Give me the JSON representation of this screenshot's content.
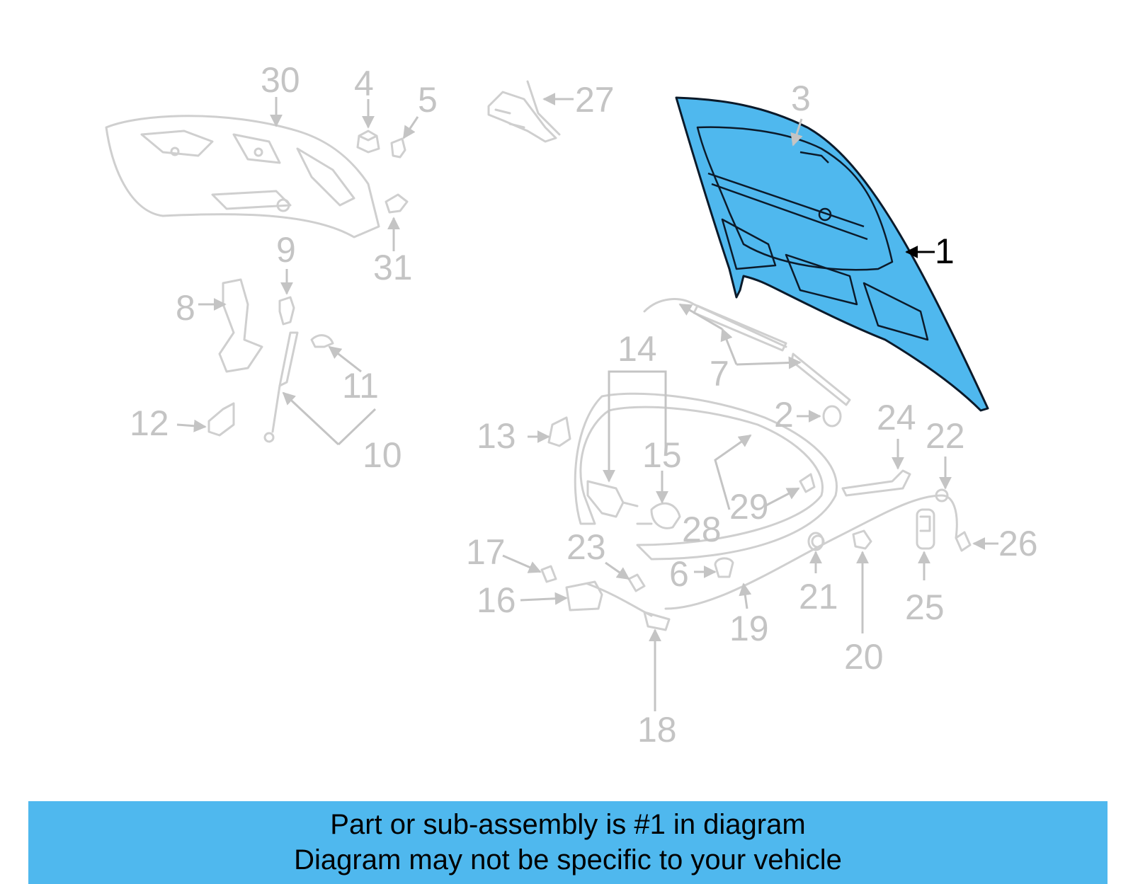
{
  "diagram": {
    "highlighted_part": "1",
    "callouts": [
      "30",
      "4",
      "5",
      "27",
      "3",
      "1",
      "31",
      "9",
      "8",
      "11",
      "12",
      "10",
      "14",
      "7",
      "2",
      "24",
      "22",
      "13",
      "15",
      "29",
      "28",
      "17",
      "23",
      "26",
      "6",
      "21",
      "25",
      "16",
      "19",
      "20",
      "18"
    ],
    "colors": {
      "highlight_fill": "#4fb8ee",
      "highlight_outline": "#0b1a2a",
      "inactive_part": "#cfcfcf",
      "inactive_label": "#c4c4c4"
    }
  },
  "banner": {
    "line1": "Part or sub-assembly is #1 in diagram",
    "line2": "Diagram may not be specific to your vehicle",
    "background": "#4fb8ee"
  }
}
